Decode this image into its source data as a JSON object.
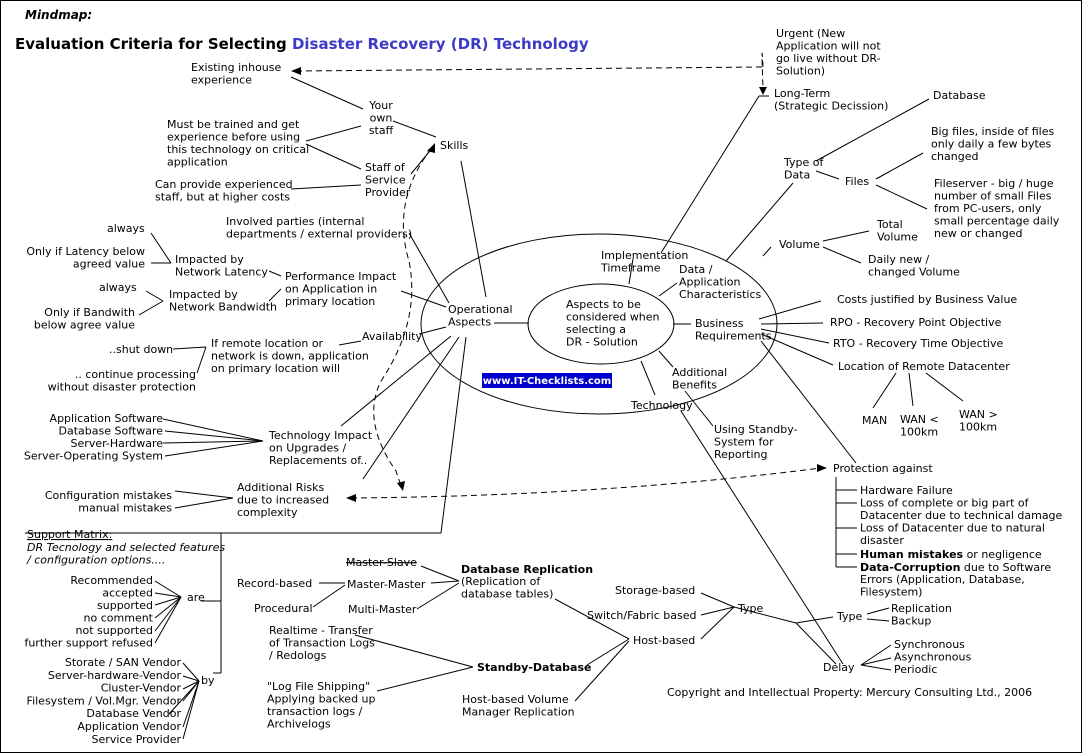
{
  "title_tag": "Mindmap:",
  "title_main": "Evaluation Criteria for Selecting ",
  "title_accent": "Disaster Recovery (DR) Technology",
  "badge": "www.IT-Checklists.com",
  "copyright": "Copyright and Intellectual Property: Mercury Consulting Ltd., 2006",
  "nodes": {
    "center": [
      "Aspects to be",
      "considered when",
      "selecting a",
      "DR - Solution"
    ],
    "operational": [
      "Operational",
      "Aspects"
    ],
    "skills": [
      "Skills"
    ],
    "own_staff": [
      "Your",
      "own",
      "staff"
    ],
    "existing_inhouse": [
      "Existing inhouse",
      "experience"
    ],
    "must_be_trained": [
      "Must be trained and get",
      "experience before using",
      "this technology on critical",
      "application"
    ],
    "staff_provider": [
      "Staff of",
      "Service",
      "Provider"
    ],
    "experienced_staff": [
      "Can provide experienced",
      "staff, but at higher costs"
    ],
    "involved_parties": [
      "Involved  parties (internal",
      "departments / external providers)"
    ],
    "perf_impact": [
      "Performance Impact",
      "on Application in",
      "primary location"
    ],
    "latency": [
      "Impacted by",
      "Network Latency"
    ],
    "latency_always": [
      "always"
    ],
    "latency_cond": [
      "Only if Latency below",
      "agreed value"
    ],
    "bandwidth": [
      "Impacted by",
      "Network Bandwidth"
    ],
    "bandwidth_always": [
      "always"
    ],
    "bandwidth_cond": [
      "Only if Bandwith",
      "below  agree value"
    ],
    "availability": [
      "Availability"
    ],
    "remote_down": [
      "If remote location or",
      "network is down, application",
      "on primary location will"
    ],
    "shut_down": [
      "..shut down"
    ],
    "continue_processing": [
      ".. continue processing",
      "without disaster protection"
    ],
    "upgrades": [
      "Technology Impact",
      "on Upgrades /",
      "Replacements  of.."
    ],
    "upgrade_items": [
      "Application Software",
      "Database Software",
      "Server-Hardware",
      "Server-Operating System"
    ],
    "add_risks": [
      "Additional Risks",
      "due to increased",
      "complexity"
    ],
    "risk_items": [
      "Configuration mistakes",
      "manual mistakes"
    ],
    "support_matrix_title": "Support Matrix:",
    "support_matrix_sub": [
      "DR Tecnology and selected features",
      "/ configuration options...."
    ],
    "are": "are",
    "are_items": [
      "Recommended",
      "accepted",
      "supported",
      "no comment",
      "not supported",
      "further support refused"
    ],
    "by": "by",
    "by_items": [
      "Storate / SAN Vendor",
      "Server-hardware-Vendor",
      "Cluster-Vendor",
      "Filesystem / Vol.Mgr. Vendor",
      "Database Vendor",
      "Application Vendor",
      "Service Provider"
    ],
    "impl_timeframe": [
      "Implementation",
      "Timeframe"
    ],
    "urgent": [
      "Urgent (New",
      "Application will not",
      "go live without DR-",
      "Solution)"
    ],
    "long_term": [
      "Long-Term",
      "(Strategic Decission)"
    ],
    "data_app": [
      "Data /",
      "Application",
      "Characteristics"
    ],
    "type_of_data": [
      "Type of",
      "Data"
    ],
    "database": [
      "Database"
    ],
    "files": [
      "Files"
    ],
    "big_files": [
      "Big files, inside of files",
      "only daily a few bytes",
      "changed"
    ],
    "fileserver": [
      "Fileserver - big / huge",
      "number of small Files",
      "from PC-users, only",
      "small percentage daily",
      "new or changed"
    ],
    "volume": [
      "Volume"
    ],
    "total_volume": [
      "Total",
      "Volume"
    ],
    "daily_new": [
      "Daily new /",
      "changed Volume"
    ],
    "business_req": [
      "Business",
      "Requirements"
    ],
    "costs": [
      "Costs justified by Business Value"
    ],
    "rpo": [
      "RPO - Recovery Point Objective"
    ],
    "rto": [
      "RTO - Recovery Time Objective"
    ],
    "location": [
      "Location of Remote Datacenter"
    ],
    "man": [
      "MAN"
    ],
    "wan_lt": [
      "WAN <",
      "100km"
    ],
    "wan_gt": [
      "WAN >",
      "100km"
    ],
    "protection": [
      "Protection against"
    ],
    "protection_items": [
      "Hardware Failure",
      "Loss of complete or big part of",
      "Datacenter due to technical damage",
      "Loss of Datacenter due to natural",
      "disaster"
    ],
    "human_mistakes_bold": "Human mistakes",
    "human_mistakes_rest": " or negligence",
    "data_corruption_bold": "Data-Corruption",
    "data_corruption_rest": " due to Software",
    "data_corruption_more": [
      "Errors (Application, Database,",
      "Filesystem)"
    ],
    "additional_benefits": [
      "Additional",
      "Benefits"
    ],
    "standby_reporting": [
      "Using Standby-",
      "System for",
      "Reporting"
    ],
    "technology": [
      "Technology"
    ],
    "type": [
      "Type"
    ],
    "storage_based": [
      "Storage-based"
    ],
    "switch_based": [
      "Switch/Fabric based"
    ],
    "host_based": [
      "Host-based"
    ],
    "db_replication_title": "Database Replication",
    "db_replication_sub": [
      "(Replication of",
      "database tables)"
    ],
    "master_slave": "Master-Slave",
    "master_master": "Master-Master",
    "multi_master": "Multi-Master",
    "record_based": "Record-based",
    "procedural": "Procedural",
    "standby_db": "Standby-Database",
    "realtime": [
      "Realtime - Transfer",
      "of Transaction Logs",
      "/ Redologs"
    ],
    "log_shipping": [
      "\"Log File Shipping\"",
      "Applying backed up",
      "transaction logs /",
      "Archivelogs"
    ],
    "host_volume": [
      "Host-based Volume",
      "Manager Replication"
    ],
    "type2": [
      "Type"
    ],
    "replication": [
      "Replication",
      "Backup"
    ],
    "delay": [
      "Delay"
    ],
    "delay_items": [
      "Synchronous",
      "Asynchronous",
      "Periodic"
    ]
  }
}
